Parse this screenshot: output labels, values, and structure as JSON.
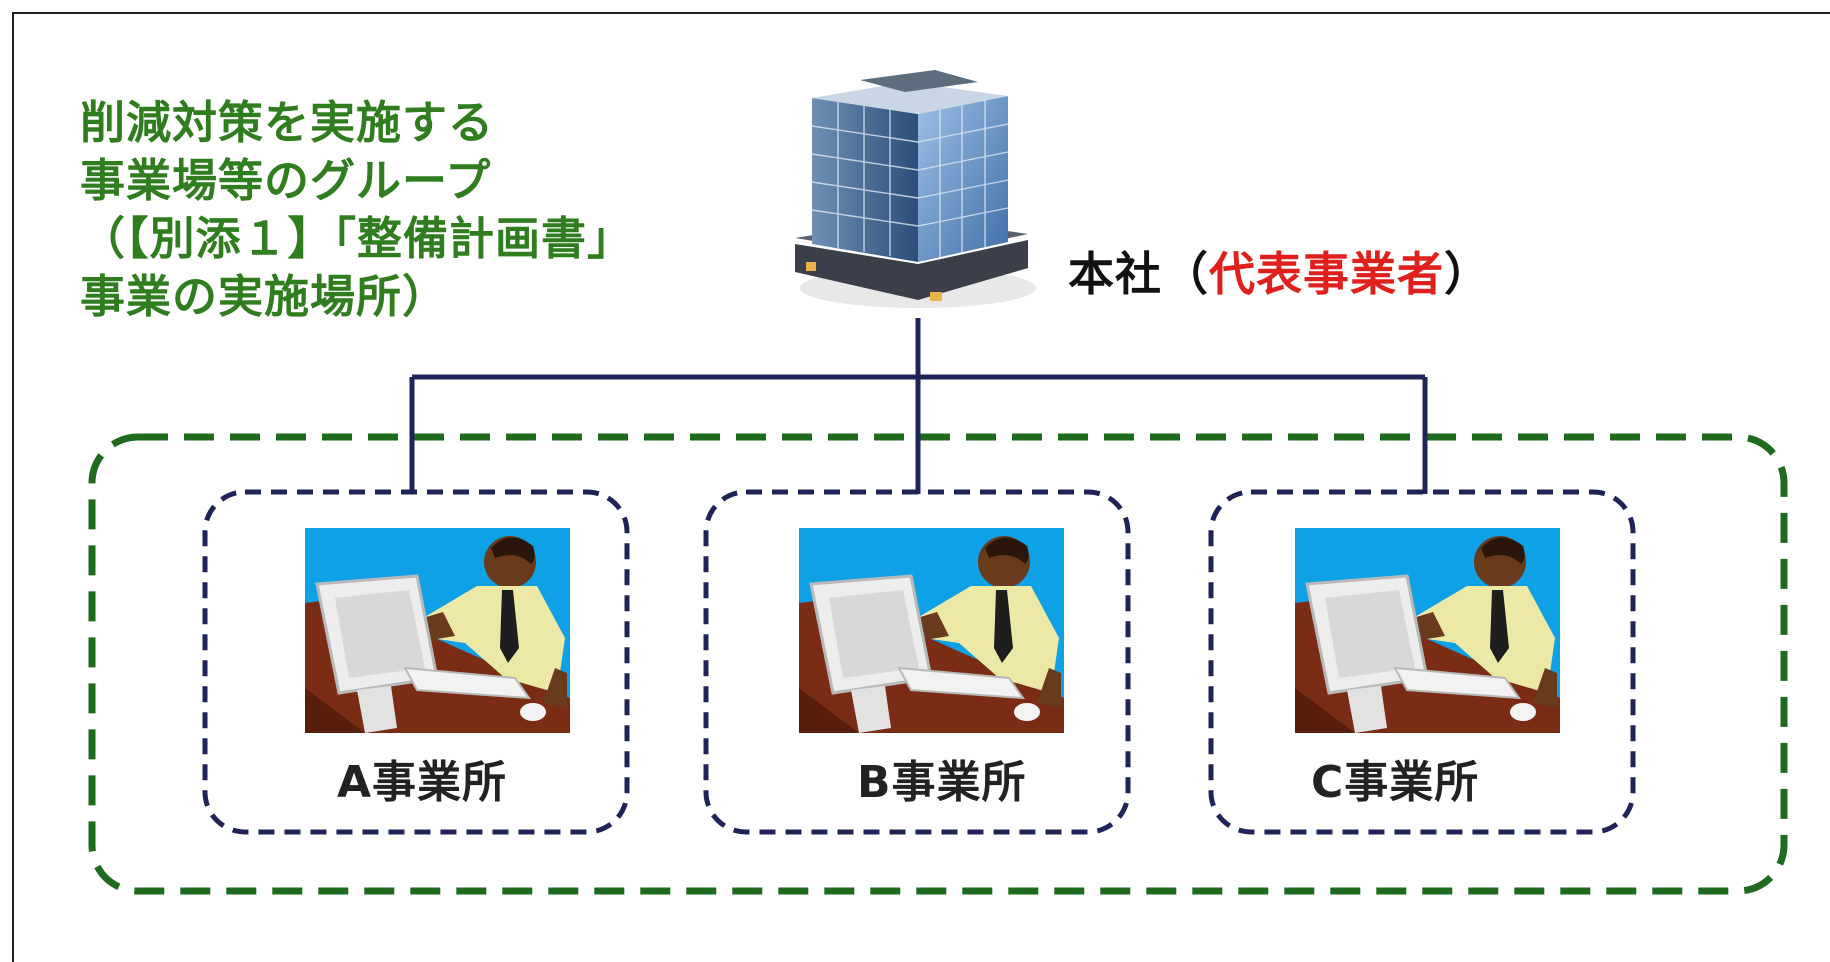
{
  "group_label": {
    "lines": [
      "削減対策を実施する",
      "事業場等のグループ",
      "（【別添１】「整備計画書」",
      "事業の実施場所）"
    ]
  },
  "headquarters": {
    "name": "本社（",
    "role": "代表事業者",
    "close": "）",
    "icon": "office-building-icon"
  },
  "offices": [
    {
      "label": "A事業所",
      "icon": "office-worker-icon"
    },
    {
      "label": "B事業所",
      "icon": "office-worker-icon"
    },
    {
      "label": "C事業所",
      "icon": "office-worker-icon"
    }
  ],
  "colors": {
    "group_label": "#2f7d1e",
    "group_border": "#1e6b1e",
    "office_border": "#1f2357",
    "connector": "#1f2357",
    "role_highlight": "#e0201c"
  }
}
